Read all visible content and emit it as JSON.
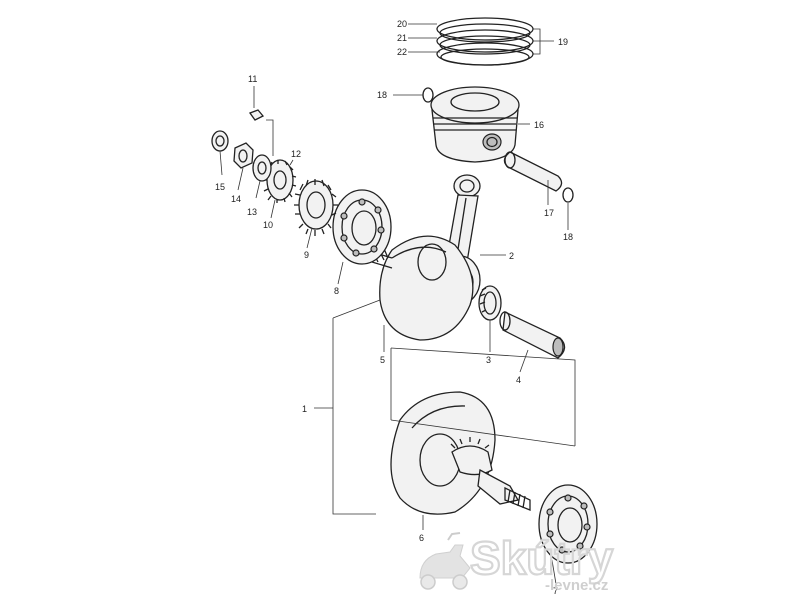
{
  "diagram": {
    "callouts": {
      "c1": "1",
      "c2": "2",
      "c3": "3",
      "c4": "4",
      "c5": "5",
      "c6": "6",
      "c7": "7",
      "c8": "8",
      "c9": "9",
      "c10": "10",
      "c11": "11",
      "c12": "12",
      "c13": "13",
      "c14": "14",
      "c15": "15",
      "c16": "16",
      "c17": "17",
      "c18a": "18",
      "c18b": "18",
      "c19": "19",
      "c20": "20",
      "c21": "21",
      "c22": "22"
    }
  },
  "watermark": {
    "logo_text": "Skútry",
    "domain_text": "-levne.cz"
  }
}
